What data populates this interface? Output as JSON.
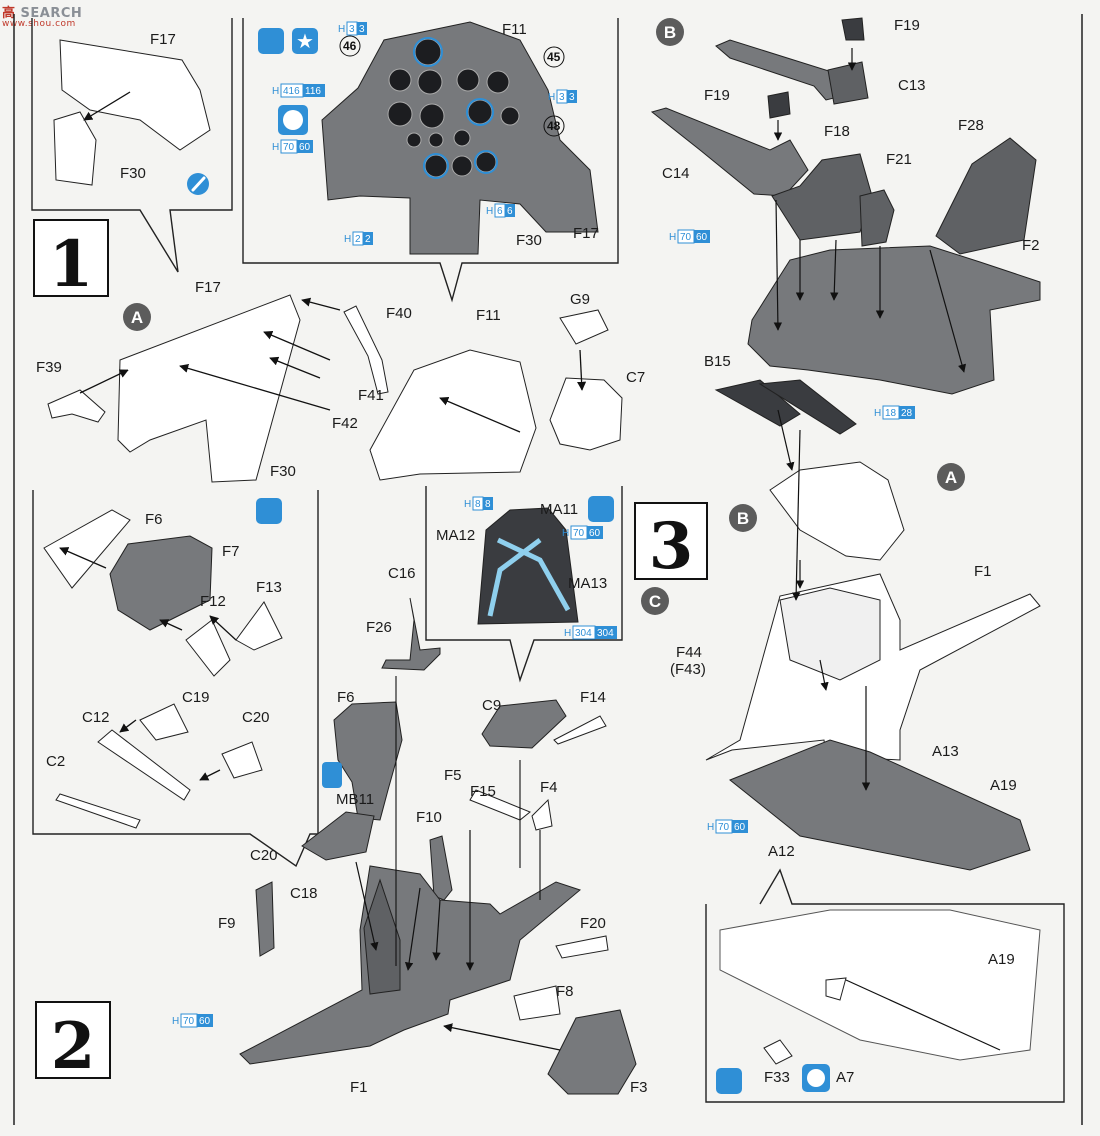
{
  "watermark": {
    "brand": "SEARCH",
    "cn_text": "高",
    "url": "www.shou.com"
  },
  "colors": {
    "part_gray": "#77797c",
    "line": "#1a1a1a",
    "paint_blue": "#2f8fd6",
    "bg": "#f4f4f2"
  },
  "steps": [
    "1",
    "2",
    "3"
  ],
  "circle_markers": {
    "a": "A",
    "b": "B",
    "c": "C"
  },
  "gauge_markers": [
    "46",
    "45",
    "48"
  ],
  "paint_codes": {
    "h3": [
      "H",
      "3",
      "3"
    ],
    "h416": [
      "H",
      "416",
      "116"
    ],
    "h70": [
      "H",
      "70",
      "60"
    ],
    "h2": [
      "H",
      "2",
      "2"
    ],
    "h6": [
      "H",
      "6",
      "6"
    ],
    "h8": [
      "H",
      "8",
      "8"
    ],
    "h304": [
      "H",
      "304",
      "304"
    ],
    "h18": [
      "H",
      "18",
      "28"
    ]
  },
  "labels": {
    "F17": "F17",
    "F30": "F30",
    "F11": "F11",
    "F40": "F40",
    "F39": "F39",
    "F41": "F41",
    "F42": "F42",
    "G9": "G9",
    "C7": "C7",
    "F19": "F19",
    "C13": "C13",
    "C14": "C14",
    "F18": "F18",
    "F21": "F21",
    "F28": "F28",
    "F2": "F2",
    "B15": "B15",
    "F1": "F1",
    "F44": "F44",
    "F43": "(F43)",
    "A13": "A13",
    "A19": "A19",
    "A12": "A12",
    "A7": "A7",
    "F33": "F33",
    "F6": "F6",
    "F7": "F7",
    "F12": "F12",
    "F13": "F13",
    "C12": "C12",
    "C19": "C19",
    "C20": "C20",
    "C2": "C2",
    "C16": "C16",
    "F26": "F26",
    "MA11": "MA11",
    "MA12": "MA12",
    "MA13": "MA13",
    "C9": "C9",
    "F14": "F14",
    "F5": "F5",
    "F15": "F15",
    "F4": "F4",
    "MB11": "MB11",
    "C18": "C18",
    "F9": "F9",
    "F10": "F10",
    "F20": "F20",
    "F8": "F8",
    "F3": "F3"
  }
}
